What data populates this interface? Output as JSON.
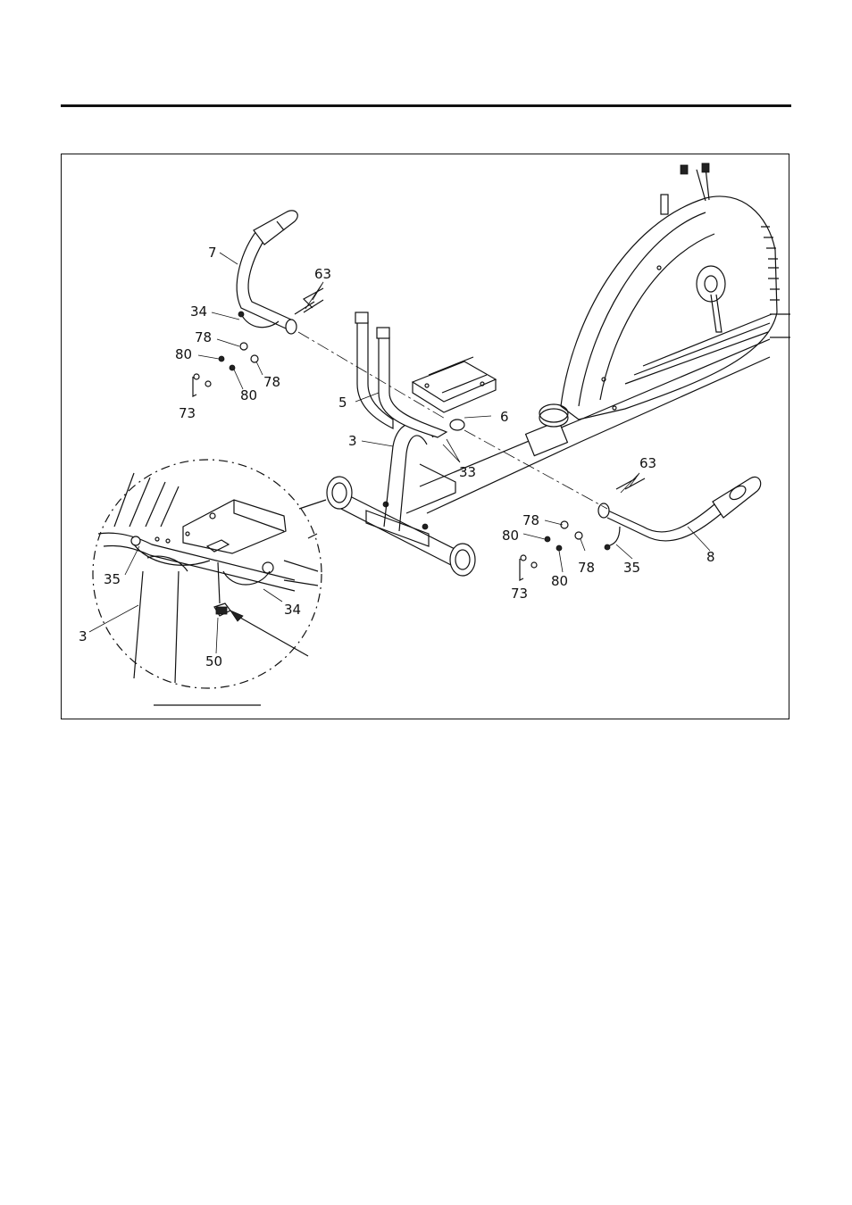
{
  "callouts": {
    "c7": "7",
    "c34_top": "34",
    "c63_top": "63",
    "c78_top_a": "78",
    "c80_top_a": "80",
    "c78_top_b": "78",
    "c80_top_b": "80",
    "c73_top": "73",
    "c5": "5",
    "c6": "6",
    "c3_main": "3",
    "c33": "33",
    "c63_right": "63",
    "c78_right_a": "78",
    "c80_right_a": "80",
    "c78_right_b": "78",
    "c80_right_b": "80",
    "c73_right": "73",
    "c35_right": "35",
    "c8": "8",
    "c35_detail": "35",
    "c34_detail": "34",
    "c3_detail": "3",
    "c50": "50"
  }
}
